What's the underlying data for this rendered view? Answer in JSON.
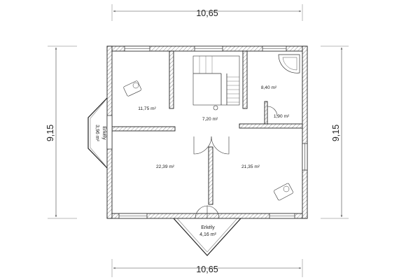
{
  "dimensions": {
    "top_width": "10,65",
    "bottom_width": "10,65",
    "left_height": "9,15",
    "right_height": "9,15"
  },
  "rooms": {
    "room_top_left": "11,75 m²",
    "staircase": "7,20 m²",
    "bathroom": "8,40 m²",
    "wc": "1,90 m²",
    "room_left": "22,39 m²",
    "room_right": "21,35 m²"
  },
  "balconies": {
    "side_label": "Erkély",
    "side_area": "3,96 m²",
    "front_label": "Erkély",
    "front_area": "4,16 m²"
  }
}
